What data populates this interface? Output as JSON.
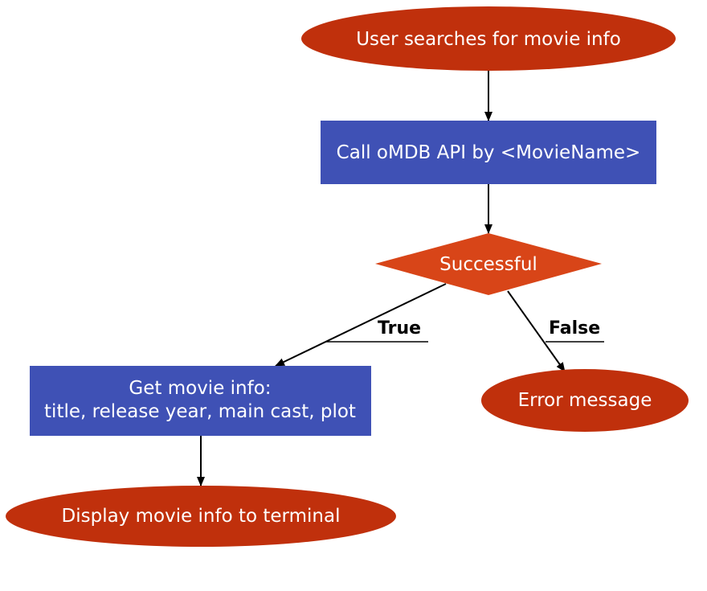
{
  "colors": {
    "terminal": "#c0300c",
    "process": "#3f51b5",
    "decision": "#d84518",
    "text": "#ffffff",
    "edge": "#000000"
  },
  "nodes": {
    "start": {
      "shape": "ellipse",
      "text": "User searches for movie info"
    },
    "call_api": {
      "shape": "rectangle",
      "text": "Call oMDB API by <MovieName>"
    },
    "decision": {
      "shape": "diamond",
      "text": "Successful"
    },
    "get_info": {
      "shape": "rectangle",
      "line1": "Get movie info:",
      "line2": "title, release year, main cast, plot"
    },
    "error": {
      "shape": "ellipse",
      "text": "Error message"
    },
    "display": {
      "shape": "ellipse",
      "text": "Display movie info to terminal"
    }
  },
  "edges": {
    "true_label": "True",
    "false_label": "False"
  }
}
